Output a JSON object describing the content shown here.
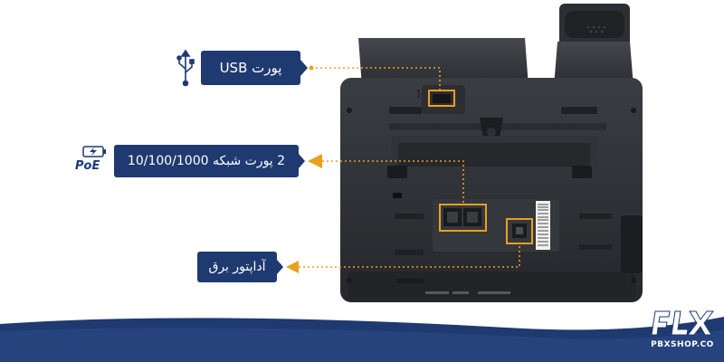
{
  "labels": {
    "usb": "پورت USB",
    "network": "2 پورت شبکه 10/100/1000",
    "power": "آداپتور برق"
  },
  "port_number": "1",
  "poe": "PoE",
  "brand": "PBXSHOP.CO",
  "colors": {
    "label_bg": "#1f3a70",
    "highlight": "#e8a020",
    "arrow": "#e8a020",
    "wave": "#1f3a70",
    "device_body": "#2d3035"
  },
  "icons": [
    "usb-icon",
    "poe-battery-icon",
    "brand-logo-icon"
  ]
}
